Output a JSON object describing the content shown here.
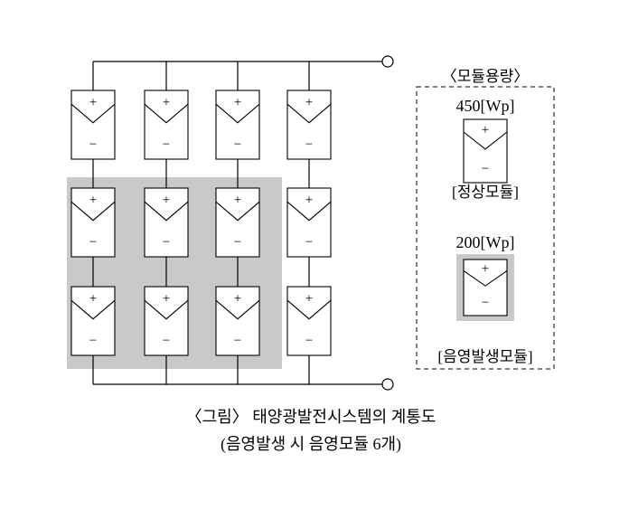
{
  "colors": {
    "shade": "#c9c9c9",
    "line": "#000000",
    "module_fill": "#ffffff"
  },
  "diagram": {
    "plus_label": "+",
    "minus_label": "−",
    "grid": {
      "rows": 3,
      "columns": 4,
      "shaded_cells": [
        {
          "row": 1,
          "col": 0
        },
        {
          "row": 1,
          "col": 1
        },
        {
          "row": 1,
          "col": 2
        },
        {
          "row": 2,
          "col": 0
        },
        {
          "row": 2,
          "col": 1
        },
        {
          "row": 2,
          "col": 2
        }
      ],
      "shaded_module_count": 6
    }
  },
  "legend": {
    "title": "〈모듈용량〉",
    "normal_module": {
      "capacity": "450[Wp]",
      "label": "[정상모듈]"
    },
    "shaded_module": {
      "capacity": "200[Wp]",
      "label": "[음영발생모듈]"
    }
  },
  "caption": {
    "line1": "〈그림〉 태양광발전시스템의 계통도",
    "line2": "(음영발생 시 음영모듈 6개)"
  }
}
